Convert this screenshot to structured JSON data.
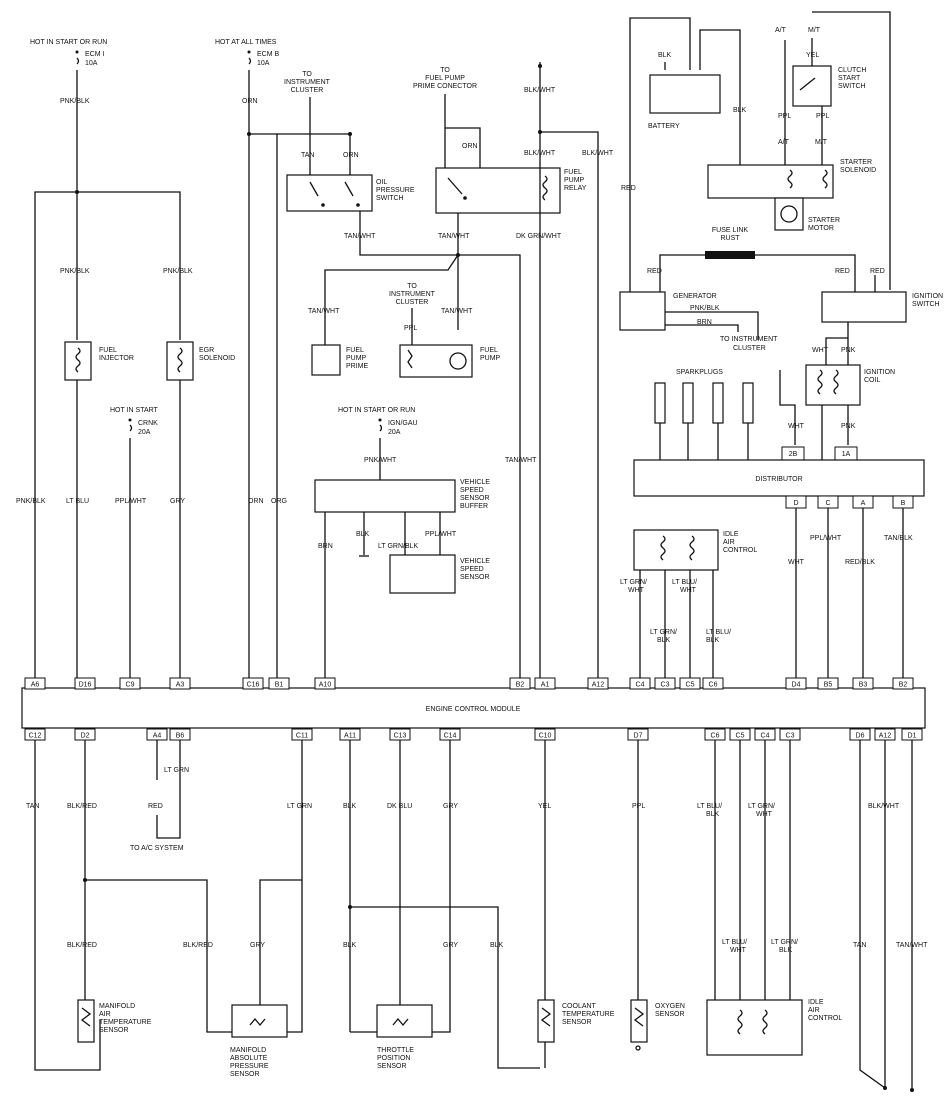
{
  "ecm": {
    "label": "ENGINE CONTROL MODULE"
  },
  "pins": {
    "top": [
      "A6",
      "D16",
      "C9",
      "A3",
      "C16",
      "B1",
      "A10",
      "B2",
      "A1",
      "A12",
      "C4",
      "C3",
      "C5",
      "C6",
      "D4",
      "B5",
      "B3",
      "B2"
    ],
    "bottom": [
      "C12",
      "D2",
      "A4",
      "B6",
      "C11",
      "A11",
      "C13",
      "C14",
      "C10",
      "D7",
      "C6",
      "C5",
      "C4",
      "C3",
      "D6",
      "A12",
      "D1"
    ]
  },
  "power": {
    "hot_run": "HOT IN START OR RUN",
    "ecm1": "ECM I",
    "ecm1_amp": "10A",
    "hot_always": "HOT AT ALL TIMES",
    "ecmb": "ECM B",
    "ecmb_amp": "10A",
    "hot_start": "HOT IN START",
    "crnk": "CRNK",
    "crnk_amp": "20A",
    "hot_run2": "HOT IN START OR RUN",
    "igngau": "IGN/GAU",
    "igngau_amp": "20A"
  },
  "components": {
    "fuel_injector": [
      "FUEL",
      "INJECTOR"
    ],
    "egr_solenoid": [
      "EGR",
      "SOLENOID"
    ],
    "oil_pressure_switch": [
      "OIL",
      "PRESSURE",
      "SWITCH"
    ],
    "fuel_pump_relay": [
      "FUEL",
      "PUMP",
      "RELAY"
    ],
    "fuel_pump_prime": [
      "FUEL",
      "PUMP",
      "PRIME"
    ],
    "fuel_pump": [
      "FUEL",
      "PUMP"
    ],
    "to_instrument_cluster_1": [
      "TO",
      "INSTRUMENT",
      "CLUSTER"
    ],
    "to_fuel_pump_prime": [
      "TO",
      "FUEL PUMP",
      "PRIME CONECTOR"
    ],
    "to_instrument_cluster_2": [
      "TO",
      "INSTRUMENT",
      "CLUSTER"
    ],
    "vss_buffer": [
      "VEHICLE",
      "SPEED",
      "SENSOR",
      "BUFFER"
    ],
    "vss": [
      "VEHICLE",
      "SPEED",
      "SENSOR"
    ],
    "battery": "BATTERY",
    "clutch_start_switch": [
      "CLUTCH",
      "START",
      "SWITCH"
    ],
    "starter_solenoid": [
      "STARTER",
      "SOLENOID"
    ],
    "starter_motor": [
      "STARTER",
      "MOTOR"
    ],
    "fuse_link": [
      "FUSE LINK",
      "RUST"
    ],
    "generator": "GENERATOR",
    "ignition_switch": [
      "IGNITION",
      "SWITCH"
    ],
    "to_instrument_cluster_3": [
      "TO INSTRUMENT",
      "CLUSTER"
    ],
    "sparkplugs": "SPARKPLUGS",
    "ignition_coil": [
      "IGNITION",
      "COIL"
    ],
    "distributor": "DISTRIBUTOR",
    "idle_air_control_top": [
      "IDLE",
      "AIR",
      "CONTROL"
    ],
    "idle_air_control_bottom": [
      "IDLE",
      "AIR",
      "CONTROL"
    ],
    "manifold_air_temp": [
      "MANIFOLD",
      "AIR",
      "TEMPERATURE",
      "SENSOR"
    ],
    "map_sensor": [
      "MANIFOLD",
      "ABSOLUTE",
      "PRESSURE",
      "SENSOR"
    ],
    "tps": [
      "THROTTLE",
      "POSITION",
      "SENSOR"
    ],
    "coolant_temp": [
      "COOLANT",
      "TEMPERATURE",
      "SENSOR"
    ],
    "oxygen_sensor": [
      "OXYGEN",
      "SENSOR"
    ],
    "to_ac": "TO A/C SYSTEM"
  },
  "wires": {
    "pnk_blk": "PNK/BLK",
    "orn": "ORN",
    "tan": "TAN",
    "blk": "BLK",
    "blk_wht": "BLK/WHT",
    "tan_wht": "TAN/WHT",
    "dk_grn_wht": "DK GRN/WHT",
    "lt_blu": "LT BLU",
    "ppl_wht": "PPL/WHT",
    "gry": "GRY",
    "org": "ORG",
    "ppl": "PPL",
    "pnk_wht": "PNK/WHT",
    "brn": "BRN",
    "lt_grn_blk": "LT GRN/BLK",
    "red": "RED",
    "yel": "YEL",
    "wht": "WHT",
    "pnk": "PNK",
    "red_blk": "RED/BLK",
    "tan_blk": "TAN/BLK",
    "lt_grn_wht": [
      "LT GRN/",
      "WHT"
    ],
    "lt_blu_wht": [
      "LT BLU/",
      "WHT"
    ],
    "lt_grn_blk2": [
      "LT GRN/",
      "BLK"
    ],
    "lt_blu_blk": [
      "LT BLU/",
      "BLK"
    ],
    "blk_red": "BLK/RED",
    "lt_grn": "LT GRN",
    "dk_blu": "DK BLU",
    "at": "A/T",
    "mt": "M/T",
    "2b": "2B",
    "1a": "1A",
    "d": "D",
    "c": "C",
    "a": "A",
    "b": "B"
  }
}
